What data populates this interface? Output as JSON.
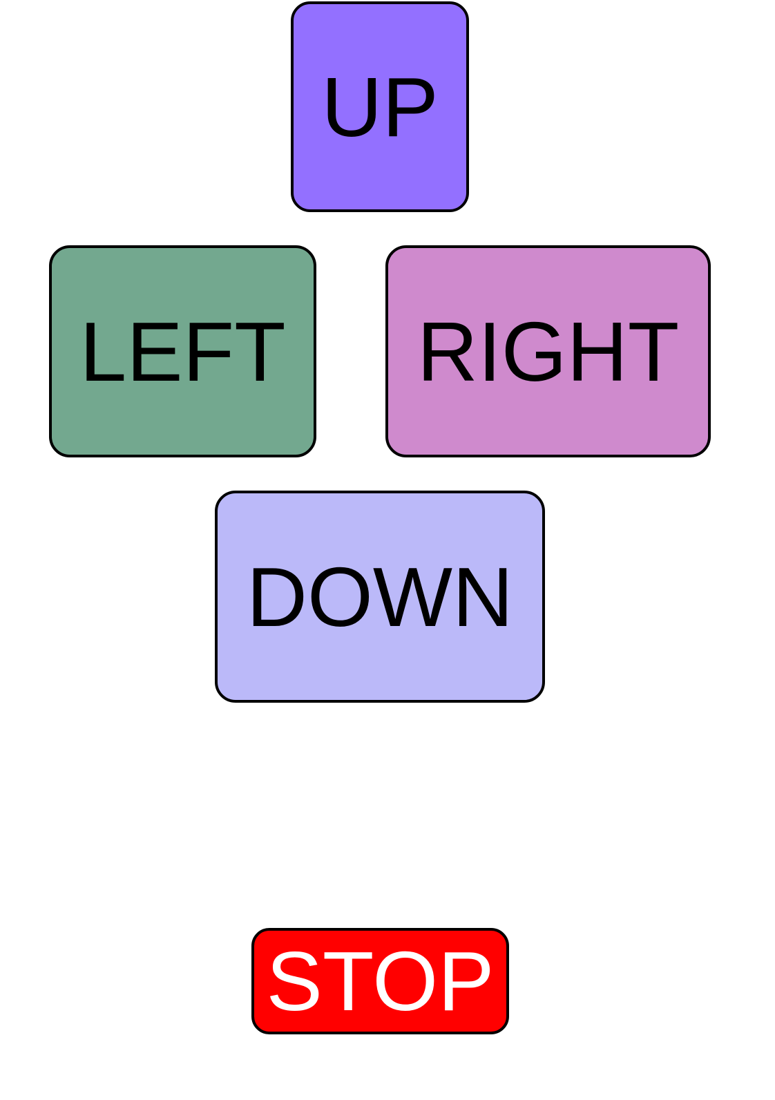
{
  "controls": {
    "up": {
      "label": "UP",
      "color": "#9370ff",
      "text_color": "#000000"
    },
    "left": {
      "label": "LEFT",
      "color": "#73a88f",
      "text_color": "#000000"
    },
    "right": {
      "label": "RIGHT",
      "color": "#cf8acd",
      "text_color": "#000000"
    },
    "down": {
      "label": "DOWN",
      "color": "#bbb9f9",
      "text_color": "#000000"
    },
    "stop": {
      "label": "STOP",
      "color": "#ff0000",
      "text_color": "#ffffff"
    }
  }
}
